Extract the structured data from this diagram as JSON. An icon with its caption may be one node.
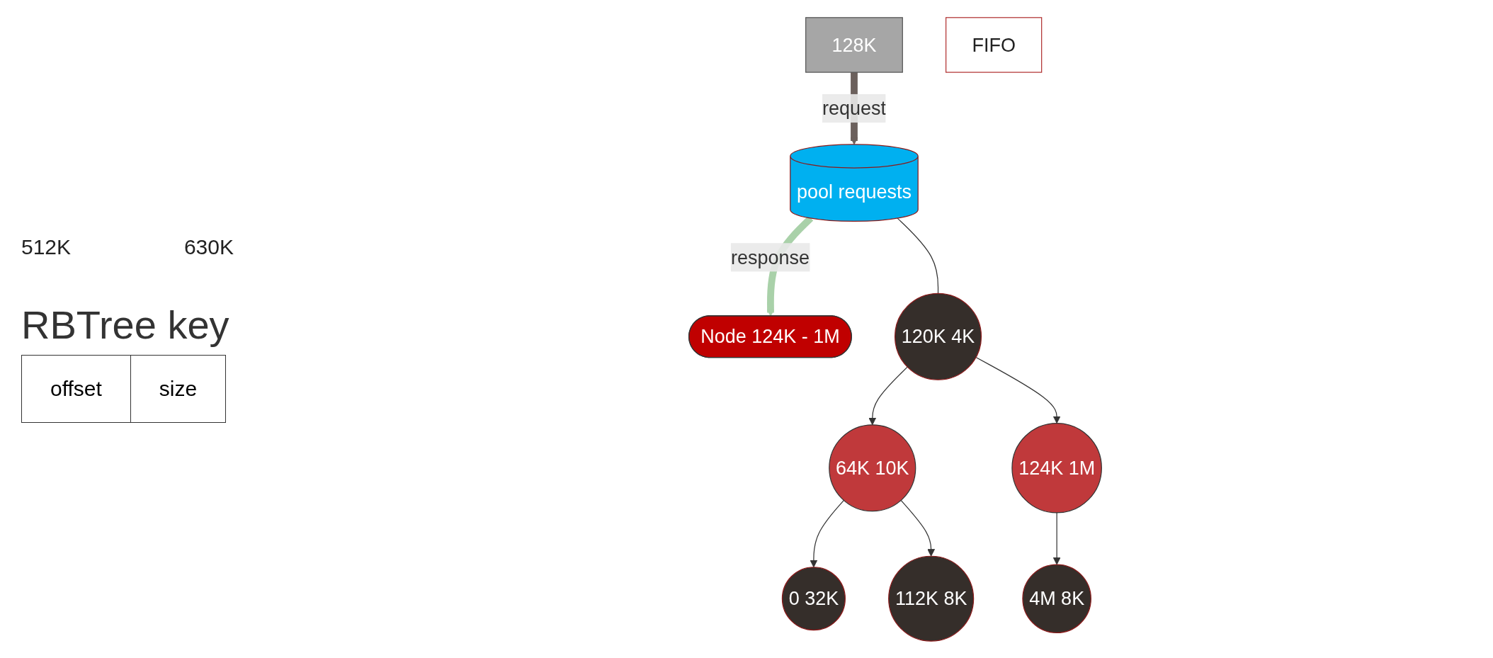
{
  "diagram": {
    "nodes": [
      {
        "text": [
          "128K"
        ]
      },
      {
        "text": [
          "Node 124K - 1M"
        ]
      },
      {
        "text": [
          "pool requests"
        ]
      },
      {
        "text": [
          "FIFO"
        ]
      },
      {
        "text": [
          "120K 4K"
        ]
      },
      {
        "text": [
          "64K 10K"
        ]
      },
      {
        "text": [
          "124K 1M"
        ]
      },
      {
        "text": [
          "0 32K"
        ]
      },
      {
        "text": [
          "112K 8K"
        ]
      },
      {
        "text": [
          "4M 8K"
        ]
      }
    ],
    "edges": [
      {
        "from": 0,
        "to": 2,
        "arrow": "to",
        "label": "request",
        "style": "thick",
        "color": "#6b605c"
      },
      {
        "from": 2,
        "to": 1,
        "arrow": "to",
        "label": "response",
        "style": "thick",
        "color": "#a9d1a9"
      },
      {
        "from": 2,
        "to": 4,
        "arrow": "none"
      },
      {
        "from": 4,
        "to": 5,
        "arrow": "to"
      },
      {
        "from": 4,
        "to": 6,
        "arrow": "to"
      },
      {
        "from": 5,
        "to": 7,
        "arrow": "to"
      },
      {
        "from": 5,
        "to": 8,
        "arrow": "to"
      },
      {
        "from": 6,
        "to": 9,
        "arrow": "to"
      }
    ],
    "labels": [
      "512K",
      "630K",
      "RBTree key",
      "offset",
      "size"
    ]
  }
}
